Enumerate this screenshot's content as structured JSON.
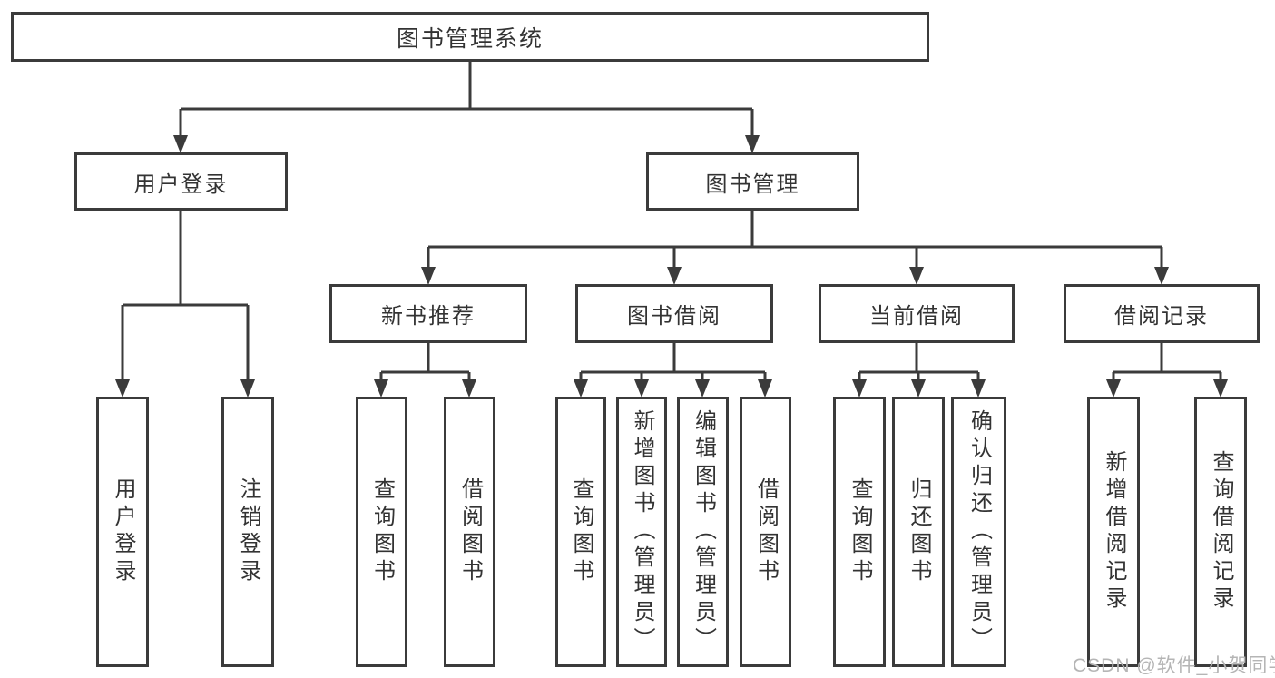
{
  "diagram": {
    "root": {
      "label": "图书管理系统"
    },
    "level2": [
      {
        "label": "用户登录"
      },
      {
        "label": "图书管理"
      }
    ],
    "level3": [
      {
        "label": "新书推荐"
      },
      {
        "label": "图书借阅"
      },
      {
        "label": "当前借阅"
      },
      {
        "label": "借阅记录"
      }
    ],
    "leaves": {
      "user_login": [
        "用户登录",
        "注销登录"
      ],
      "new_book": [
        "查询图书",
        "借阅图书"
      ],
      "book_borrow": [
        "查询图书",
        "新增图书（管理员）",
        "编辑图书（管理员）",
        "借阅图书"
      ],
      "current_borrow": [
        "查询图书",
        "归还图书",
        "确认归还（管理员）"
      ],
      "borrow_record": [
        "新增借阅记录",
        "查询借阅记录"
      ]
    }
  },
  "watermark": {
    "text": "CSDN @软件_小贺同学"
  },
  "colors": {
    "line": "#3b3b3b",
    "text": "#333333",
    "background": "#ffffff",
    "watermark": "#b5b5b5"
  }
}
